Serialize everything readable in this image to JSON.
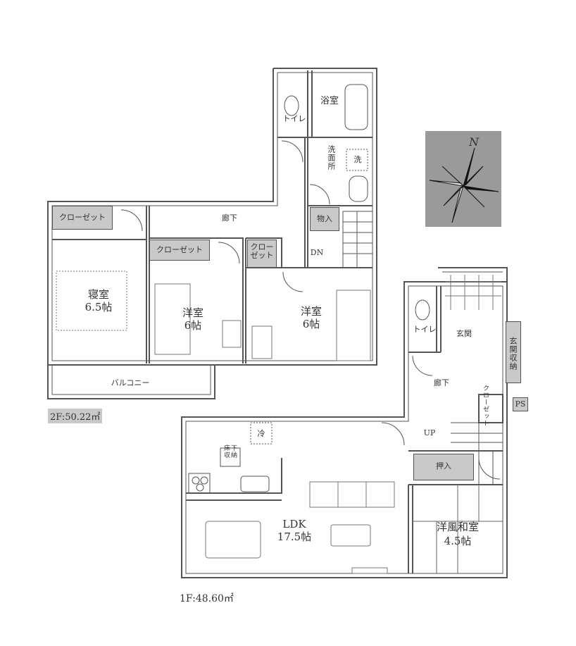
{
  "floor2": {
    "area": "2F:50.22㎡",
    "rooms": {
      "bedroom": {
        "name": "寝室",
        "size": "6.5帖"
      },
      "western1": {
        "name": "洋室",
        "size": "6帖"
      },
      "western2": {
        "name": "洋室",
        "size": "6帖"
      },
      "bath": "浴室",
      "toilet": "トイレ",
      "washroom": "洗面所",
      "wash_symbol": "洗",
      "hallway": "廊下",
      "storage": "物入",
      "down": "DN",
      "balcony": "バルコニー",
      "closet1": "クローゼット",
      "closet2": "クローゼット",
      "closet3": "クローゼット"
    }
  },
  "floor1": {
    "area": "1F:48.60㎡",
    "rooms": {
      "ldk": {
        "name": "LDK",
        "size": "17.5帖"
      },
      "japanese": {
        "name": "洋風和室",
        "size": "4.5帖"
      },
      "oshiire": "押入",
      "toilet": "トイレ",
      "entrance": "玄関",
      "hallway": "廊下",
      "up": "UP",
      "closet": "クローゼット",
      "entrance_storage": "玄関収納",
      "ps": "PS",
      "underfloor": "床下収納",
      "fridge": "冷"
    }
  },
  "compass": {
    "label": "N"
  }
}
